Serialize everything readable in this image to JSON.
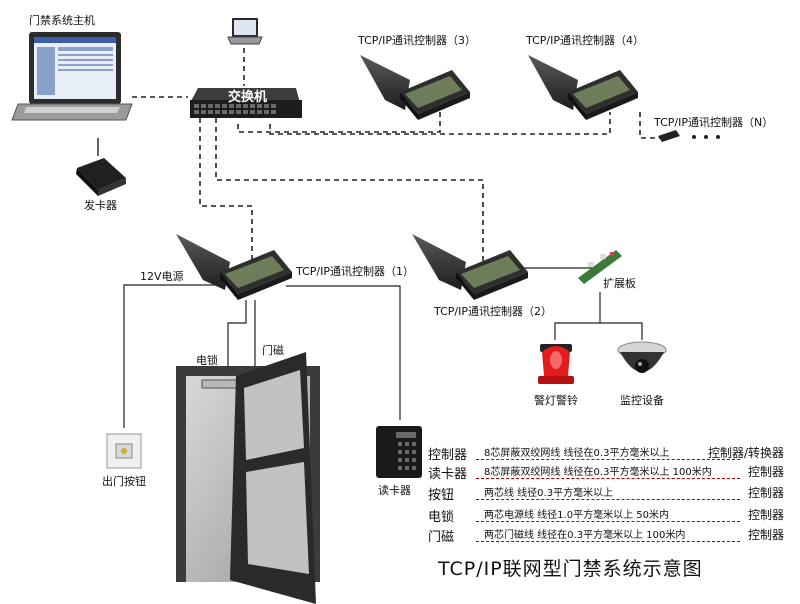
{
  "title": "TCP/IP联网型门禁系统示意图",
  "labels": {
    "host": "门禁系统主机",
    "card_issuer": "发卡器",
    "switch": "交换机",
    "ctrl1": "TCP/IP通讯控制器（1）",
    "ctrl2": "TCP/IP通讯控制器（2）",
    "ctrl3": "TCP/IP通讯控制器（3）",
    "ctrl4": "TCP/IP通讯控制器（4）",
    "ctrlN": "TCP/IP通讯控制器（N）",
    "power": "12V电源",
    "lock": "电锁",
    "magnet": "门磁",
    "exit_button": "出门按钮",
    "reader": "读卡器",
    "expansion": "扩展板",
    "alarm": "警灯警铃",
    "camera": "监控设备"
  },
  "wiring": [
    {
      "device": "控制器",
      "spec": "8芯屏蔽双绞网线   线径在0.3平方毫米以上",
      "target": "控制器/转换器"
    },
    {
      "device": "读卡器",
      "spec": "8芯屏蔽双绞网线   线径在0.3平方毫米以上   100米内",
      "target": "控制器"
    },
    {
      "device": "按钮",
      "spec": "两芯线   线径0.3平方毫米以上",
      "target": "控制器"
    },
    {
      "device": "电锁",
      "spec": "两芯电源线   线径1.0平方毫米以上   50米内",
      "target": "控制器"
    },
    {
      "device": "门磁",
      "spec": "两芯门磁线   线径在0.3平方毫米以上   100米内",
      "target": "控制器"
    }
  ],
  "colors": {
    "dash": "#b00000",
    "switch": "#2a2a2a",
    "controller": "#3a3a3a"
  }
}
